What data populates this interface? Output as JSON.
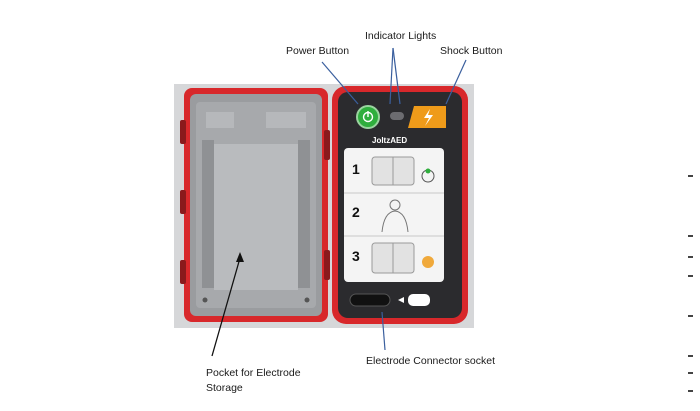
{
  "labels": {
    "indicator_lights": "Indicator Lights",
    "power_button": "Power Button",
    "shock_button": "Shock Button",
    "pocket": "Pocket for Electrode Storage",
    "connector": "Electrode Connector socket"
  },
  "device": {
    "brand": "JoltzAED",
    "steps": [
      "1",
      "2",
      "3"
    ],
    "socket_badge": "",
    "power_symbol": "⏻",
    "shock_symbol": "⚡"
  },
  "colors": {
    "case_red": "#d8282b",
    "panel_dark": "#2b2b2e",
    "power_green": "#2fae3d",
    "shock_orange": "#ef9b1a",
    "inner_gray": "#a7a9ac",
    "backdrop": "#d6d7d9"
  },
  "icons": [
    "power-icon",
    "lightning-icon",
    "hand-icon",
    "person-icon",
    "electrode-pad-icon"
  ]
}
